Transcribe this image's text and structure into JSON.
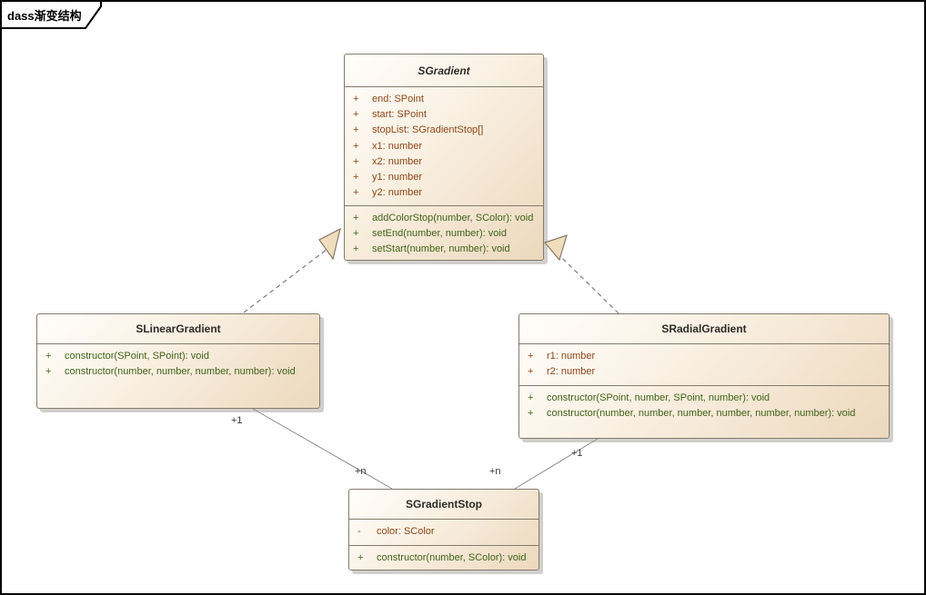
{
  "frame": {
    "label": "dass渐变结构"
  },
  "colors": {
    "box_fill_light": "#fffefb",
    "box_fill_dark": "#ecd8bc",
    "box_border": "#847b6c",
    "attribute_text": "#8e4617",
    "method_text": "#40631a",
    "title_text": "#2f2c28",
    "connector_line": "#7d7d7d",
    "arrowhead_fill": "#f0ddbb",
    "shadow": "#9a948c"
  },
  "classes": {
    "sgradient": {
      "name": "SGradient",
      "abstract": true,
      "attributes": [
        {
          "sign": "+",
          "text": "end: SPoint"
        },
        {
          "sign": "+",
          "text": "start: SPoint"
        },
        {
          "sign": "+",
          "text": "stopList: SGradientStop[]"
        },
        {
          "sign": "+",
          "text": "x1: number"
        },
        {
          "sign": "+",
          "text": "x2: number"
        },
        {
          "sign": "+",
          "text": "y1: number"
        },
        {
          "sign": "+",
          "text": "y2: number"
        }
      ],
      "methods": [
        {
          "sign": "+",
          "text": "addColorStop(number, SColor): void"
        },
        {
          "sign": "+",
          "text": "setEnd(number, number): void"
        },
        {
          "sign": "+",
          "text": "setStart(number, number): void"
        }
      ]
    },
    "slineargradient": {
      "name": "SLinearGradient",
      "abstract": false,
      "attributes": [],
      "methods": [
        {
          "sign": "+",
          "text": "constructor(SPoint, SPoint): void"
        },
        {
          "sign": "+",
          "text": "constructor(number, number, number, number): void"
        }
      ]
    },
    "sradialgradient": {
      "name": "SRadialGradient",
      "abstract": false,
      "attributes": [
        {
          "sign": "+",
          "text": "r1: number"
        },
        {
          "sign": "+",
          "text": "r2: number"
        }
      ],
      "methods": [
        {
          "sign": "+",
          "text": "constructor(SPoint, number, SPoint, number): void"
        },
        {
          "sign": "+",
          "text": "constructor(number, number, number, number, number, number): void"
        }
      ]
    },
    "sgradientstop": {
      "name": "SGradientStop",
      "abstract": false,
      "attributes": [
        {
          "sign": "-",
          "text": "color: SColor"
        }
      ],
      "methods": [
        {
          "sign": "+",
          "text": "constructor(number, SColor): void"
        }
      ]
    }
  },
  "connectors": {
    "linear_stop": {
      "source_label": "+1",
      "target_label": "+n"
    },
    "radial_stop": {
      "source_label": "+1",
      "target_label": "+n"
    }
  }
}
